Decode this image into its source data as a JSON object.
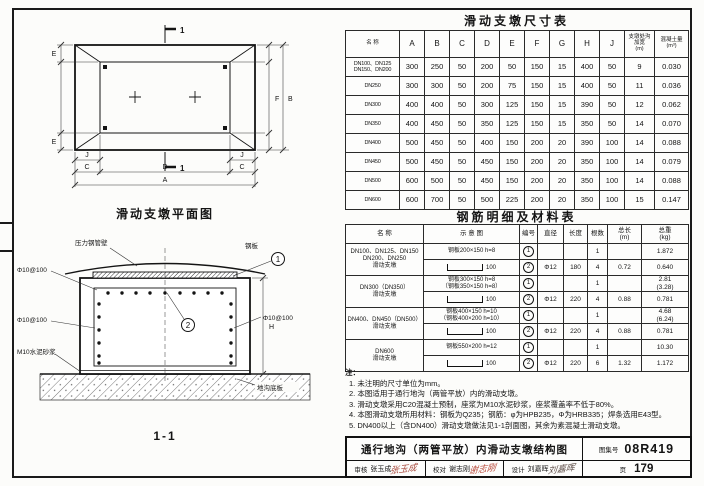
{
  "sheet": {
    "atlas_label": "图集号",
    "atlas_no": "08R419",
    "page_label": "页",
    "page_no": "179",
    "drawing_title": "通行地沟（两管平放）内滑动支墩结构图",
    "approvals": [
      {
        "role": "审核",
        "name": "张玉成",
        "sig": "张玉成",
        "sig_color": "#a03a2c"
      },
      {
        "role": "校对",
        "name": "谢志刚",
        "sig": "谢志刚",
        "sig_color": "#b23a2a"
      },
      {
        "role": "设计",
        "name": "刘嘉晖",
        "sig": "刘嘉晖",
        "sig_color": "#52403a"
      }
    ]
  },
  "plan": {
    "title": "滑动支墩平面图",
    "labels": {
      "A": "A",
      "B": "B",
      "C": "C",
      "D": "D",
      "E": "E",
      "F": "F",
      "J": "J",
      "section_mark": "1"
    }
  },
  "section": {
    "title": "1-1",
    "labels": {
      "pipe_wall": "压力钢管壁",
      "plate": "钢板",
      "rebar_top": "Φ10@100",
      "rebar_left": "Φ10@100",
      "rebar_right": "Φ10@100",
      "mortar": "M10水泥砂浆",
      "slab": "地沟底板",
      "balloon1": "1",
      "balloon2": "2",
      "dim_h": "H"
    }
  },
  "dim_table": {
    "title": "滑动支墩尺寸表",
    "columns": [
      "名 称",
      "A",
      "B",
      "C",
      "D",
      "E",
      "F",
      "G",
      "H",
      "J",
      "支墩处沟\n加宽\n(m)",
      "混凝土量\n(m³)"
    ],
    "rows": [
      {
        "name": "DN100、DN125\nDN150、DN200",
        "values": [
          "300",
          "250",
          "50",
          "200",
          "50",
          "150",
          "15",
          "400",
          "50",
          "9",
          "0.030"
        ]
      },
      {
        "name": "DN250",
        "values": [
          "300",
          "300",
          "50",
          "200",
          "75",
          "150",
          "15",
          "400",
          "50",
          "11",
          "0.036"
        ]
      },
      {
        "name": "DN300",
        "values": [
          "400",
          "400",
          "50",
          "300",
          "125",
          "150",
          "15",
          "390",
          "50",
          "12",
          "0.062"
        ]
      },
      {
        "name": "DN350",
        "values": [
          "400",
          "450",
          "50",
          "350",
          "125",
          "150",
          "15",
          "350",
          "50",
          "14",
          "0.070"
        ]
      },
      {
        "name": "DN400",
        "values": [
          "500",
          "450",
          "50",
          "400",
          "150",
          "200",
          "20",
          "390",
          "100",
          "14",
          "0.088"
        ]
      },
      {
        "name": "DN450",
        "values": [
          "500",
          "450",
          "50",
          "450",
          "150",
          "200",
          "20",
          "350",
          "100",
          "14",
          "0.079"
        ]
      },
      {
        "name": "DN500",
        "values": [
          "600",
          "500",
          "50",
          "450",
          "150",
          "200",
          "20",
          "350",
          "100",
          "14",
          "0.088"
        ]
      },
      {
        "name": "DN600",
        "values": [
          "600",
          "700",
          "50",
          "500",
          "225",
          "200",
          "20",
          "350",
          "100",
          "15",
          "0.147"
        ]
      }
    ]
  },
  "rebar_table": {
    "title": "钢筋明细及材料表",
    "columns": [
      "名  称",
      "示 意 图",
      "编号",
      "直径",
      "长度",
      "根数",
      "总长\n(m)",
      "总重\n(kg)"
    ],
    "groups": [
      {
        "name": "DN100、DN125、DN150\nDN200、DN250\n滑动支墩",
        "plate": {
          "sketch": "钢板200×150 h=8",
          "no": "1",
          "qty": "1",
          "weight": "1.872"
        },
        "bar": {
          "sketch_label": "100",
          "no": "2",
          "dia": "Φ12",
          "length": "180",
          "qty": "4",
          "total_len": "0.72",
          "weight": "0.640"
        }
      },
      {
        "name": "DN300（DN350）\n滑动支墩",
        "plate": {
          "sketch": "钢板300×150 h=8\n（钢板350×150 h=8）",
          "no": "1",
          "qty": "1",
          "weight": "2.81\n(3.28)"
        },
        "bar": {
          "sketch_label": "100",
          "no": "2",
          "dia": "Φ12",
          "length": "220",
          "qty": "4",
          "total_len": "0.88",
          "weight": "0.781"
        }
      },
      {
        "name": "DN400、DN450（DN500）\n滑动支墩",
        "plate": {
          "sketch": "钢板400×150 h=10\n（钢板400×200 h=10）",
          "no": "1",
          "qty": "1",
          "weight": "4.68\n(6.24)"
        },
        "bar": {
          "sketch_label": "100",
          "no": "2",
          "dia": "Φ12",
          "length": "220",
          "qty": "4",
          "total_len": "0.88",
          "weight": "0.781"
        }
      },
      {
        "name": "DN600\n滑动支墩",
        "plate": {
          "sketch": "钢板550×200 h=12",
          "no": "1",
          "qty": "1",
          "weight": "10.30"
        },
        "bar": {
          "sketch_label": "100",
          "no": "2",
          "dia": "Φ12",
          "length": "220",
          "qty": "6",
          "total_len": "1.32",
          "weight": "1.172"
        }
      }
    ]
  },
  "notes": {
    "label": "注：",
    "items": [
      "1. 未注明的尺寸单位为mm。",
      "2. 本图适用于通行地沟（两管平放）内的滑动支墩。",
      "3. 滑动支墩采用C20混凝土预制，座浆为M10水泥砂浆，座浆覆盖率不低于80%。",
      "4. 本图滑动支墩所用材料：钢板为Q235；钢筋：φ为HPB235，Φ为HRB335；焊条选用E43型。",
      "5. DN400以上（含DN400）滑动支墩做法见1-1剖面图，其余为素混凝土滑动支墩。"
    ]
  }
}
